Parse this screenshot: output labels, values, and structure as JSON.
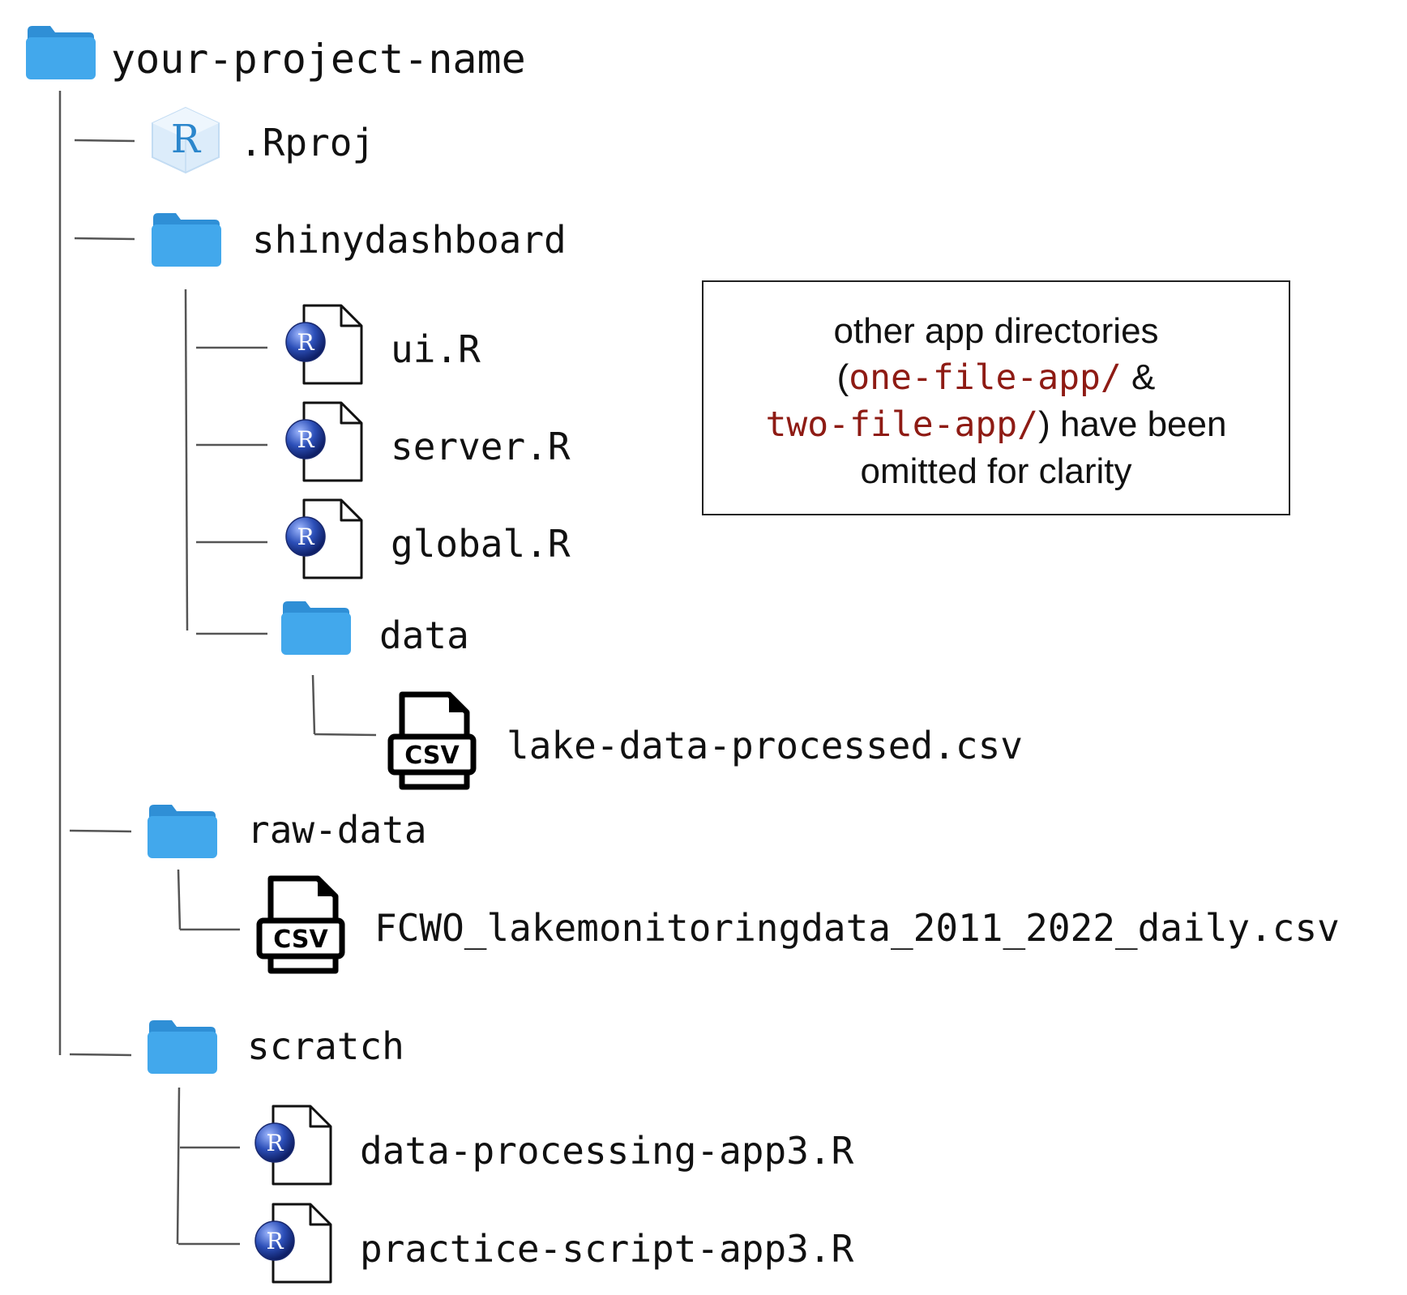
{
  "tree": {
    "root": {
      "name": "your-project-name",
      "icon": "folder-icon"
    },
    "rproj": {
      "name": ".Rproj",
      "icon": "rproj-icon"
    },
    "shinydashboard": {
      "name": "shinydashboard",
      "icon": "folder-icon"
    },
    "ui": {
      "name": "ui.R",
      "icon": "r-file-icon"
    },
    "server": {
      "name": "server.R",
      "icon": "r-file-icon"
    },
    "global": {
      "name": "global.R",
      "icon": "r-file-icon"
    },
    "data": {
      "name": "data",
      "icon": "folder-icon"
    },
    "lake_csv": {
      "name": "lake-data-processed.csv",
      "icon": "csv-file-icon"
    },
    "raw_data": {
      "name": "raw-data",
      "icon": "folder-icon"
    },
    "fcwo_csv": {
      "name": "FCWO_lakemonitoringdata_2011_2022_daily.csv",
      "icon": "csv-file-icon"
    },
    "scratch": {
      "name": "scratch",
      "icon": "folder-icon"
    },
    "data_processing": {
      "name": "data-processing-app3.R",
      "icon": "r-file-icon"
    },
    "practice_script": {
      "name": "practice-script-app3.R",
      "icon": "r-file-icon"
    }
  },
  "note": {
    "line1": "other app directories",
    "open_paren": "(",
    "code1": "one-file-app/",
    "amp": " &",
    "code2": "two-file-app/",
    "line3_rest": ") have been",
    "line4": "omitted for clarity"
  },
  "icon_glyphs": {
    "r_letter": "R",
    "csv_text": "CSV"
  },
  "colors": {
    "folder": "#42a8ec",
    "folder_tab": "#2f8fd6",
    "code_text": "#8e1b14",
    "r_logo": "#2c4fb8",
    "connector": "#555555"
  }
}
